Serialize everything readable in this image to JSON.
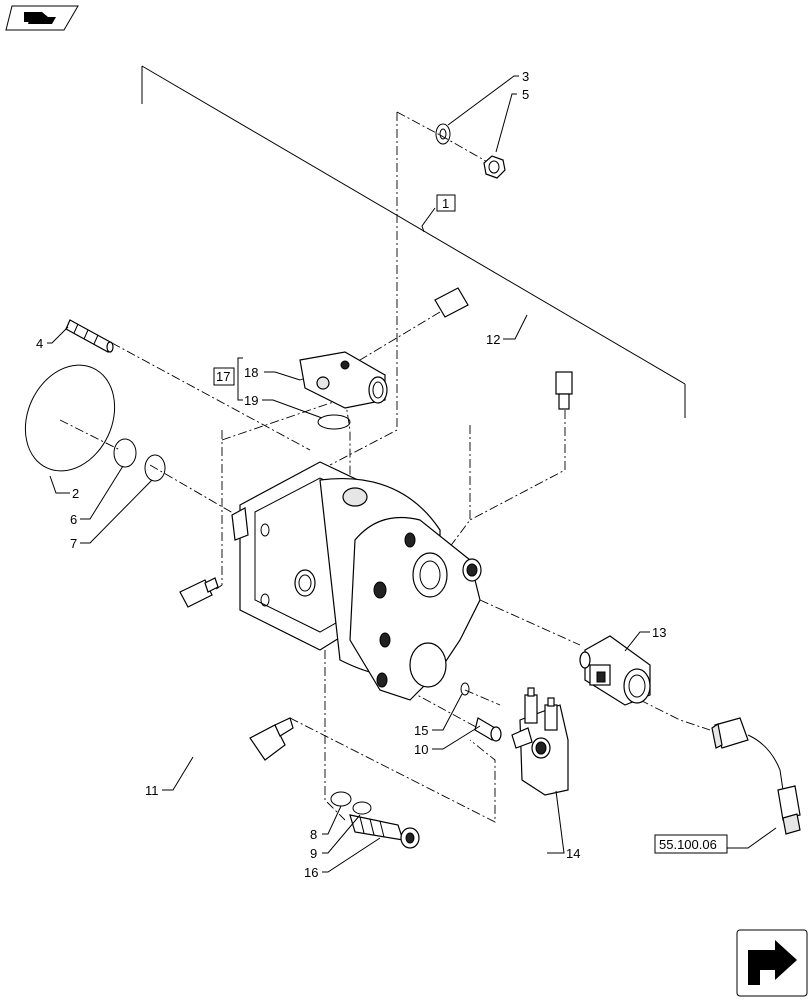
{
  "callouts": {
    "c1": "1",
    "c2": "2",
    "c3": "3",
    "c4": "4",
    "c5": "5",
    "c6": "6",
    "c7": "7",
    "c8": "8",
    "c9": "9",
    "c10": "10",
    "c11": "11",
    "c12": "12",
    "c13": "13",
    "c14": "14",
    "c15": "15",
    "c16": "16",
    "c17": "17",
    "c18": "18",
    "c19": "19"
  },
  "reference": "55.100.06",
  "icons": {
    "top_left": "book-arrow-icon",
    "bottom_right": "navigate-arrow-icon"
  }
}
